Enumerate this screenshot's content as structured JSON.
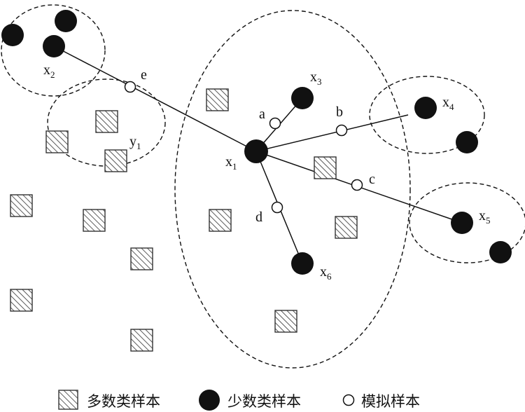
{
  "labels": {
    "x1": {
      "base": "x",
      "sub": "1"
    },
    "x2": {
      "base": "x",
      "sub": "2"
    },
    "x3": {
      "base": "x",
      "sub": "3"
    },
    "x4": {
      "base": "x",
      "sub": "4"
    },
    "x5": {
      "base": "x",
      "sub": "5"
    },
    "x6": {
      "base": "x",
      "sub": "6"
    },
    "y1": {
      "base": "y",
      "sub": "1"
    },
    "a": "a",
    "b": "b",
    "c": "c",
    "d": "d",
    "e": "e"
  },
  "legend": {
    "majority": "多数类样本",
    "minority": "少数类样本",
    "synthetic": "模拟样本"
  },
  "colors": {
    "minority_fill": "#111111",
    "majority_stroke": "#333333",
    "synthetic_fill": "#ffffff",
    "line": "#111111"
  }
}
